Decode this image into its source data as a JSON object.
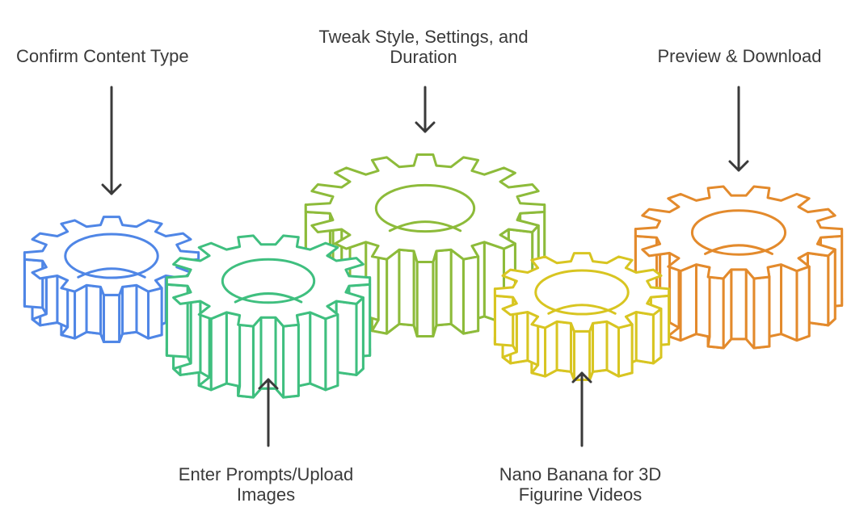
{
  "steps": [
    {
      "lines": [
        "Confirm Content Type"
      ],
      "color": "#4f86e6"
    },
    {
      "lines": [
        "Enter Prompts/Upload",
        "Images"
      ],
      "color": "#3fbf7f"
    },
    {
      "lines": [
        "Tweak Style, Settings, and",
        "Duration"
      ],
      "color": "#8dbb3a"
    },
    {
      "lines": [
        "Nano Banana for 3D",
        "Figurine Videos"
      ],
      "color": "#d8c521"
    },
    {
      "lines": [
        "Preview & Download"
      ],
      "color": "#e38a2c"
    }
  ]
}
